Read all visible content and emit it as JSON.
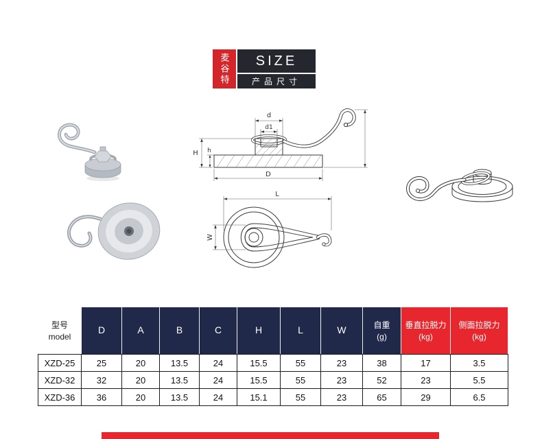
{
  "header": {
    "brand": "麦谷特",
    "title": "SIZE",
    "subtitle": "产品尺寸"
  },
  "drawings": {
    "side_view": {
      "dim_d": "d",
      "dim_d1": "d1",
      "dim_H": "H",
      "dim_h": "h",
      "dim_D": "D"
    },
    "top_view": {
      "dim_L": "L",
      "dim_W": "W"
    }
  },
  "table": {
    "columns": [
      {
        "line1": "型号",
        "line2": "model"
      },
      {
        "line1": "D"
      },
      {
        "line1": "A"
      },
      {
        "line1": "B"
      },
      {
        "line1": "C"
      },
      {
        "line1": "H"
      },
      {
        "line1": "L"
      },
      {
        "line1": "W"
      },
      {
        "line1": "自重",
        "line2": "(g)"
      },
      {
        "line1": "垂直拉脱力",
        "line2": "(kg)"
      },
      {
        "line1": "侧面拉脱力",
        "line2": "(kg)"
      }
    ],
    "rows": [
      [
        "XZD-25",
        "25",
        "20",
        "13.5",
        "24",
        "15.5",
        "55",
        "23",
        "38",
        "17",
        "3.5"
      ],
      [
        "XZD-32",
        "32",
        "20",
        "13.5",
        "24",
        "15.5",
        "55",
        "23",
        "52",
        "23",
        "5.5"
      ],
      [
        "XZD-36",
        "36",
        "20",
        "13.5",
        "24",
        "15.1",
        "55",
        "23",
        "65",
        "29",
        "6.5"
      ]
    ]
  },
  "colors": {
    "brand_red": "#d3262b",
    "panel_dark": "#24272d",
    "table_navy": "#20294a",
    "table_red": "#e8262d"
  }
}
